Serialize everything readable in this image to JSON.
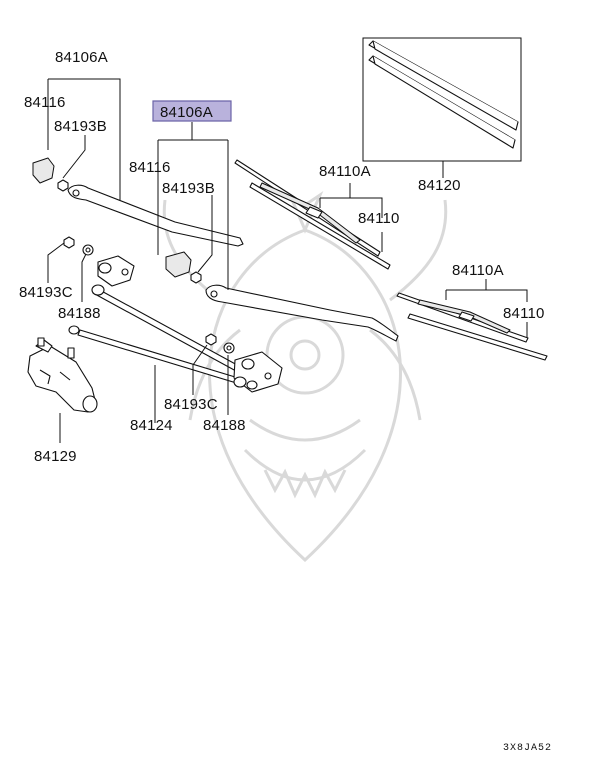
{
  "labels": {
    "arm_left_assy": "84106A",
    "cap_left": "84116",
    "nut_left": "84193B",
    "arm_right_assy": "84106A",
    "cap_right": "84116",
    "nut_right": "84193B",
    "blade_assy_upper": "84110A",
    "blade_upper": "84110",
    "refill_set": "84120",
    "blade_assy_lower": "84110A",
    "blade_lower": "84110",
    "nut_pivot_left": "84193C",
    "washer_pivot_left": "84188",
    "linkage": "84124",
    "nut_pivot_right": "84193C",
    "washer_pivot_right": "84188",
    "motor": "84129"
  },
  "reference_code": "3X8JA52",
  "colors": {
    "highlight_fill": "#b9b2dc",
    "highlight_stroke": "#6c64a8",
    "line": "#111111",
    "watermark": "#d9d9d9"
  }
}
